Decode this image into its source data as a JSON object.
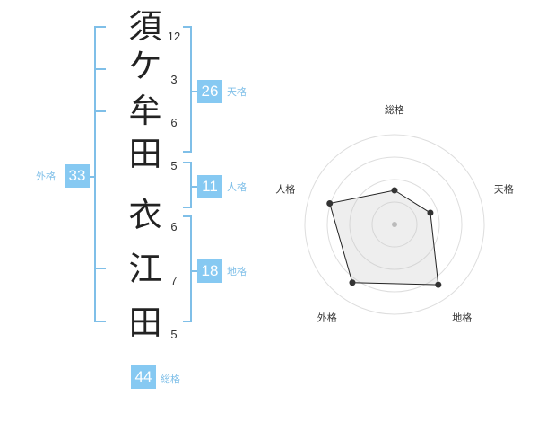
{
  "name": {
    "characters": [
      {
        "char": "須",
        "strokes": "12"
      },
      {
        "char": "ケ",
        "strokes": "3"
      },
      {
        "char": "牟",
        "strokes": "6"
      },
      {
        "char": "田",
        "strokes": "5"
      },
      {
        "char": "衣",
        "strokes": "6"
      },
      {
        "char": "江",
        "strokes": "7"
      },
      {
        "char": "田",
        "strokes": "5"
      }
    ]
  },
  "fortunes": {
    "tenkaku": {
      "value": "26",
      "label": "天格"
    },
    "jinkaku": {
      "value": "11",
      "label": "人格"
    },
    "chikaku": {
      "value": "18",
      "label": "地格"
    },
    "gaikaku": {
      "value": "33",
      "label": "外格"
    },
    "soukaku": {
      "value": "44",
      "label": "総格"
    }
  },
  "colors": {
    "accent": "#86c9f2",
    "line": "#7fbfe8"
  },
  "chart_data": {
    "type": "radar",
    "axes": [
      "総格",
      "天格",
      "地格",
      "外格",
      "人格"
    ],
    "values": [
      0.38,
      0.42,
      0.83,
      0.8,
      0.76
    ],
    "rings": 4
  }
}
